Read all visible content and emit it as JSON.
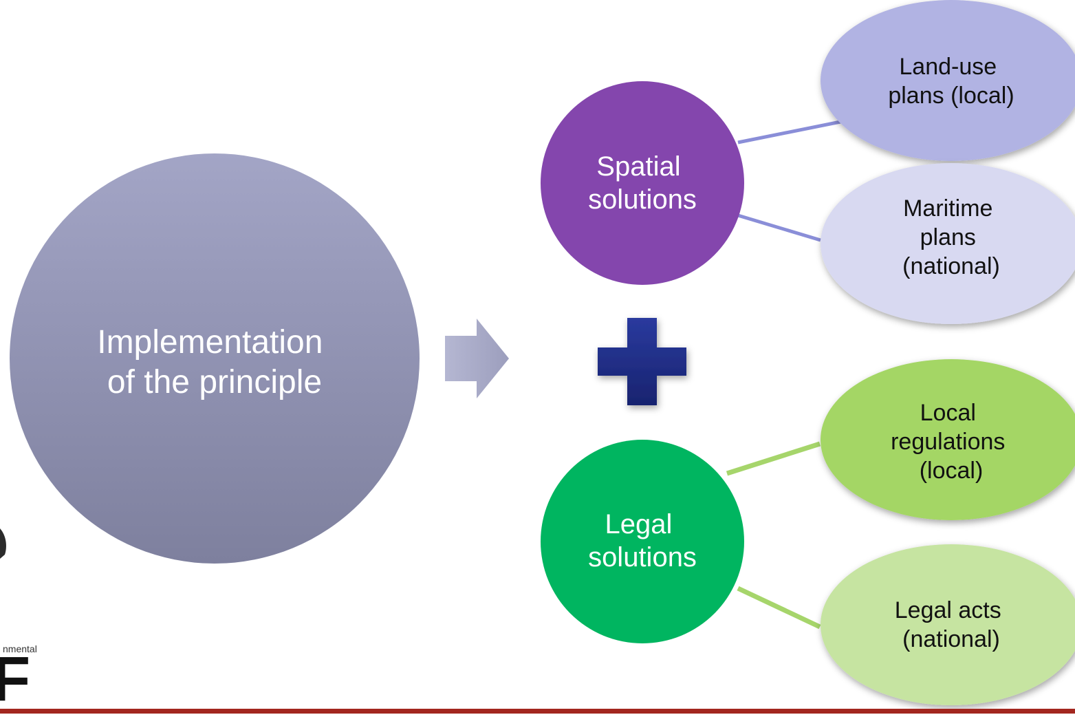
{
  "diagram": {
    "main": {
      "lines": [
        "Implementation",
        "of the principle"
      ],
      "color": "#8E90AE"
    },
    "arrow": {
      "color": "#A6A8C6"
    },
    "plus": {
      "color": "#1F2C8C"
    },
    "spatial": {
      "lines": [
        "Spatial",
        "solutions"
      ],
      "color": "#8446AD"
    },
    "legal": {
      "lines": [
        "Legal",
        "solutions"
      ],
      "color": "#00B560"
    },
    "leaves": [
      {
        "lines": [
          "Land-use",
          "plans (local)"
        ],
        "color": "#B1B3E3"
      },
      {
        "lines": [
          "Maritime",
          "plans",
          "(national)"
        ],
        "color": "#D8D9F1"
      },
      {
        "lines": [
          "Local",
          "regulations",
          "(local)"
        ],
        "color": "#A4D665"
      },
      {
        "lines": [
          "Legal acts",
          "(national)"
        ],
        "color": "#C6E4A1"
      }
    ],
    "spatial_connector_color": "#8A8ED8",
    "legal_connector_color": "#A6D56B"
  },
  "logo": {
    "text_fragment": "nmental",
    "letter": "F",
    "letter_color": "#111111"
  },
  "footer": {
    "rule_color": "#A3271F"
  }
}
